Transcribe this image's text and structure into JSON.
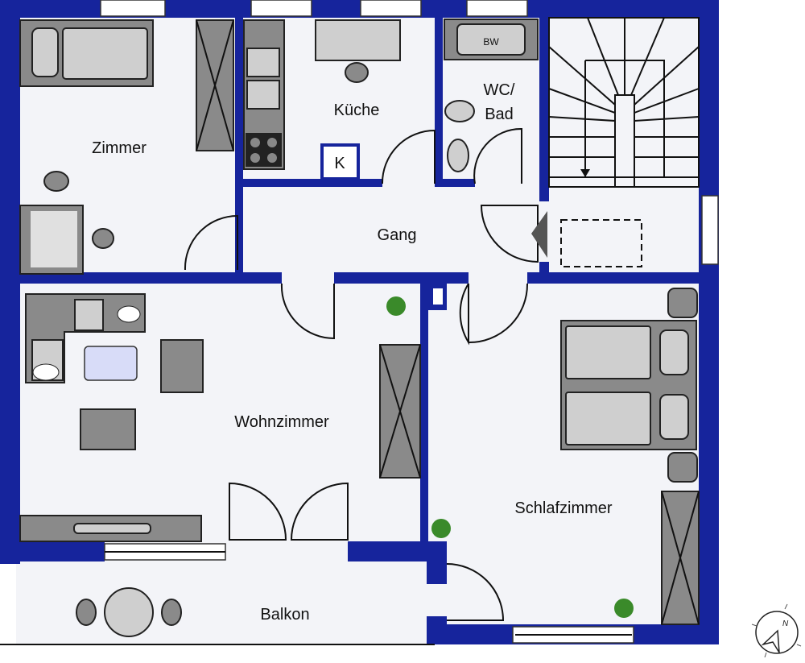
{
  "rooms": {
    "zimmer": "Zimmer",
    "kueche": "Küche",
    "wc_bad_line1": "WC/",
    "wc_bad_line2": "Bad",
    "gang": "Gang",
    "wohnzimmer": "Wohnzimmer",
    "schlafzimmer": "Schlafzimmer",
    "balkon": "Balkon"
  },
  "fixtures": {
    "bathtub": "BW",
    "kitchen_marker": "K"
  },
  "compass": {
    "north": "N"
  },
  "colors": {
    "wall": "#16249c",
    "floor": "#f3f4f8",
    "furniture": "#8a8a8a"
  }
}
